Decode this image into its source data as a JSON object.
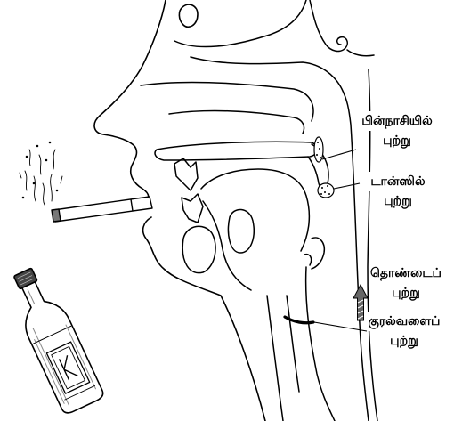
{
  "labels": {
    "nasopharynx": {
      "name": "பின்நாசியில்",
      "suffix": "புற்று"
    },
    "tonsil": {
      "name": "டான்ஸில்",
      "suffix": "புற்று"
    },
    "throat": {
      "name": "தொண்டைப்",
      "suffix": "புற்று"
    },
    "larynx": {
      "name": "குரல்வளைப்",
      "suffix": "புற்று"
    }
  },
  "colors": {
    "line": "#000000",
    "background": "#ffffff",
    "shade": "#777777"
  }
}
